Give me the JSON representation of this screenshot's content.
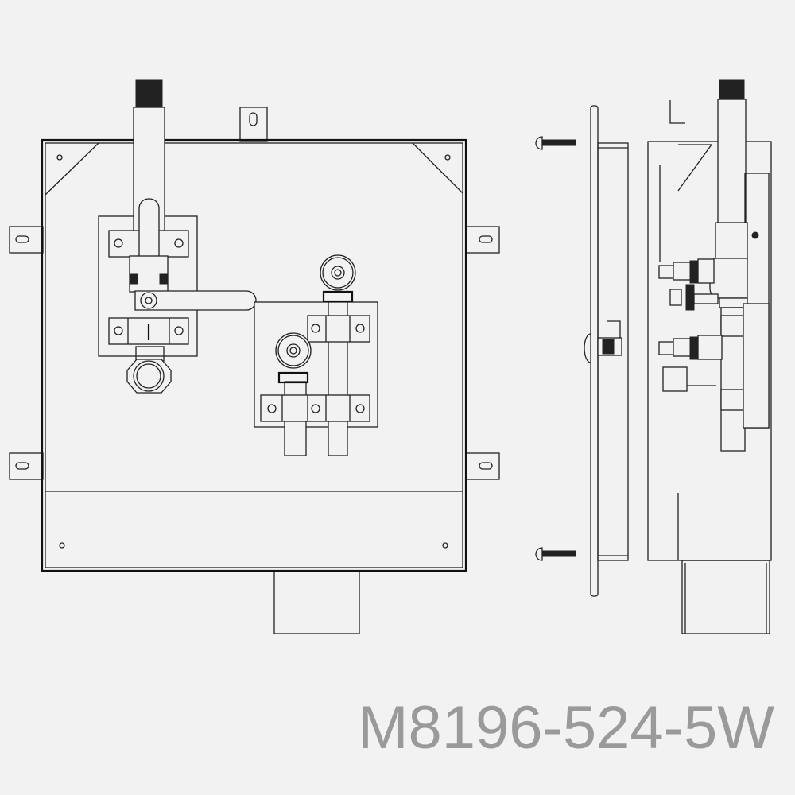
{
  "drawing": {
    "model_number": "M8196-524-5W",
    "line_color": "#222222",
    "background_color": "#f2f2f2",
    "label_color": "#9a9a9a",
    "views": [
      "front-view",
      "side-view-cover",
      "side-view-box"
    ]
  }
}
